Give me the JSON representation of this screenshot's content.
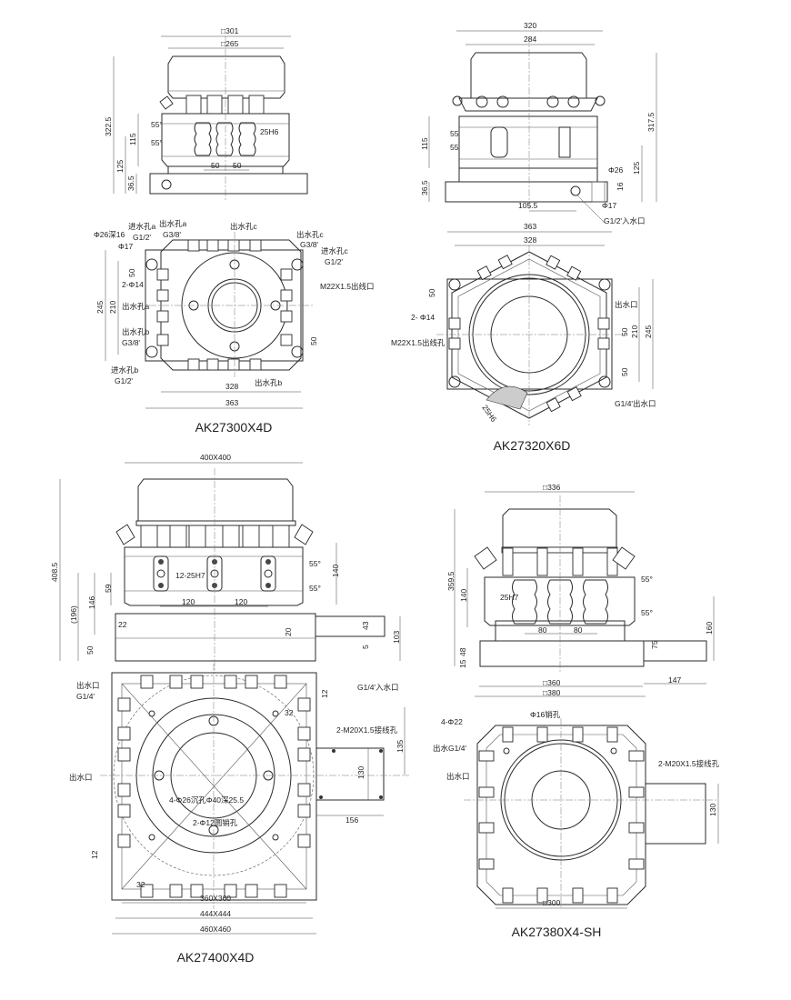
{
  "drawings": [
    {
      "title": "AK27300X4D",
      "labels": [
        "□301",
        "□265",
        "322.5",
        "115",
        "125",
        "36.5",
        "55°",
        "55°",
        "25H6",
        "50",
        "50",
        "Φ26深16",
        "进水孔a",
        "G1/2'",
        "出水孔a",
        "G3/8'",
        "出水孔c",
        "出水孔c",
        "G3/8'",
        "进水孔c",
        "G1/2'",
        "M22X1.5出线口",
        "Φ17",
        "50",
        "2-Φ14",
        "245",
        "210",
        "出水孔a",
        "出水孔b",
        "G3/8'",
        "50",
        "进水孔b",
        "G1/2'",
        "出水孔b",
        "328",
        "363"
      ]
    },
    {
      "title": "AK27320X6D",
      "labels": [
        "320",
        "284",
        "317.5",
        "115",
        "55",
        "55",
        "125",
        "Φ26",
        "16",
        "36.5",
        "105.5",
        "Φ17",
        "G1/2'入水口",
        "363",
        "328",
        "50",
        "2- Φ14",
        "M22X1.5出线孔",
        "出水口",
        "50",
        "210",
        "245",
        "50",
        "25H6",
        "G1/4'出水口"
      ]
    },
    {
      "title": "AK27400X4D",
      "labels": [
        "400X400",
        "408.5",
        "55°",
        "55°",
        "140",
        "12-25H7",
        "59",
        "146",
        "(196)",
        "120",
        "120",
        "22",
        "20",
        "43",
        "5",
        "103",
        "50",
        "出水口",
        "G1/4'",
        "G1/4'入水口",
        "12",
        "32",
        "2-M20X1.5接线孔",
        "135",
        "出水口",
        "130",
        "4-Φ26沉孔Φ40深25.5",
        "156",
        "2-Φ12圆销孔",
        "12",
        "32",
        "360X360",
        "444X444",
        "460X460"
      ]
    },
    {
      "title": "AK27380X4-SH",
      "labels": [
        "□336",
        "359.5",
        "140",
        "25H7",
        "55°",
        "55°",
        "80",
        "80",
        "160",
        "75",
        "48",
        "15",
        "□360",
        "□380",
        "147",
        "Φ16销孔",
        "4-Φ22",
        "出水G1/4'",
        "出水口",
        "2-M20X1.5接线孔",
        "130",
        "□300"
      ]
    }
  ]
}
